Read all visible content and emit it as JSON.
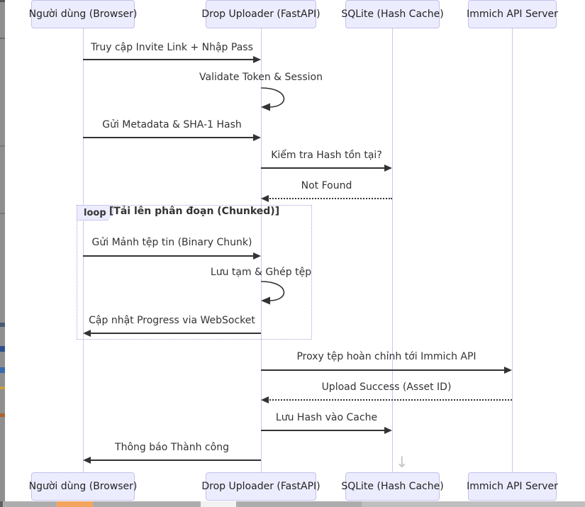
{
  "diagram": {
    "participants": [
      {
        "id": "browser",
        "label": "Người dùng (Browser)"
      },
      {
        "id": "fastapi",
        "label": "Drop Uploader (FastAPI)"
      },
      {
        "id": "sqlite",
        "label": "SQLite (Hash Cache)"
      },
      {
        "id": "immich",
        "label": "Immich API Server"
      }
    ],
    "messages": [
      {
        "text": "Truy cập Invite Link + Nhập Pass",
        "from": "browser",
        "to": "fastapi",
        "style": "solid"
      },
      {
        "text": "Validate Token & Session",
        "from": "fastapi",
        "to": "fastapi",
        "style": "self"
      },
      {
        "text": "Gửi Metadata & SHA-1 Hash",
        "from": "browser",
        "to": "fastapi",
        "style": "solid"
      },
      {
        "text": "Kiểm tra Hash tồn tại?",
        "from": "fastapi",
        "to": "sqlite",
        "style": "solid"
      },
      {
        "text": "Not Found",
        "from": "sqlite",
        "to": "fastapi",
        "style": "dotted"
      },
      {
        "text": "Gửi Mảnh tệp tin (Binary Chunk)",
        "from": "browser",
        "to": "fastapi",
        "style": "solid"
      },
      {
        "text": "Lưu tạm & Ghép tệp",
        "from": "fastapi",
        "to": "fastapi",
        "style": "self"
      },
      {
        "text": "Cập nhật Progress via WebSocket",
        "from": "fastapi",
        "to": "browser",
        "style": "solid"
      },
      {
        "text": "Proxy tệp hoàn chỉnh tới Immich API",
        "from": "fastapi",
        "to": "immich",
        "style": "solid"
      },
      {
        "text": "Upload Success (Asset ID)",
        "from": "immich",
        "to": "fastapi",
        "style": "dotted"
      },
      {
        "text": "Lưu Hash vào Cache",
        "from": "fastapi",
        "to": "sqlite",
        "style": "solid"
      },
      {
        "text": "Thông báo Thành công",
        "from": "fastapi",
        "to": "browser",
        "style": "solid"
      }
    ],
    "loop": {
      "label": "loop",
      "title": "[Tải lên phân đoạn (Chunked)]"
    },
    "colors": {
      "actor_fill": "#ECECFF",
      "actor_border": "#c5c0ea",
      "lifeline": "#cbc7ec",
      "arrow": "#333333",
      "text": "#333333",
      "loop_border": "#aaa3d8",
      "scrollbar_thumb_orange": "#f3a55f"
    },
    "icons": {
      "scroll_down_glyph": "↓"
    }
  }
}
